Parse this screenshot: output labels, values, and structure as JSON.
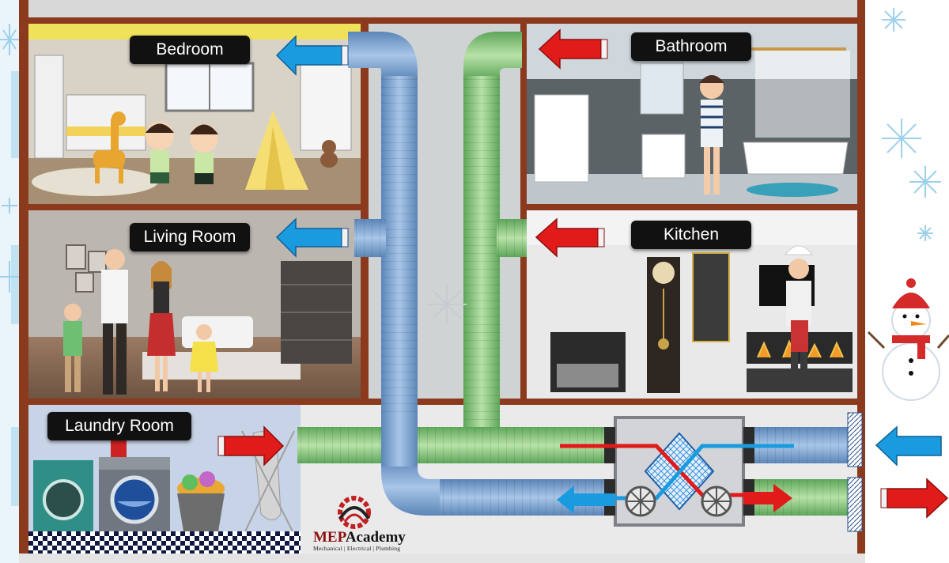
{
  "rooms": {
    "bedroom": "Bedroom",
    "bathroom": "Bathroom",
    "living_room": "Living Room",
    "kitchen": "Kitchen",
    "laundry_room": "Laundry Room"
  },
  "logo": {
    "name_part1": "MEP",
    "name_part2": "Academy",
    "tagline": "Mechanical | Electrical | Plumbing"
  },
  "colors": {
    "supply_duct": "#8fc98a",
    "exhaust_duct": "#7fa8d6",
    "fresh_air_arrow": "#1a9be0",
    "stale_air_arrow": "#e11a1a",
    "house_frame": "#8b3a1e",
    "hrv_unit": "#d4d6d9"
  },
  "icons": {
    "fresh-air-arrow": "blue right-pointing or left-pointing arrow",
    "stale-air-arrow": "red arrow",
    "heat-exchanger": "diamond crossflow core",
    "fan": "circular fan wheel",
    "snowflake": "snowflake",
    "snowman": "snowman"
  }
}
